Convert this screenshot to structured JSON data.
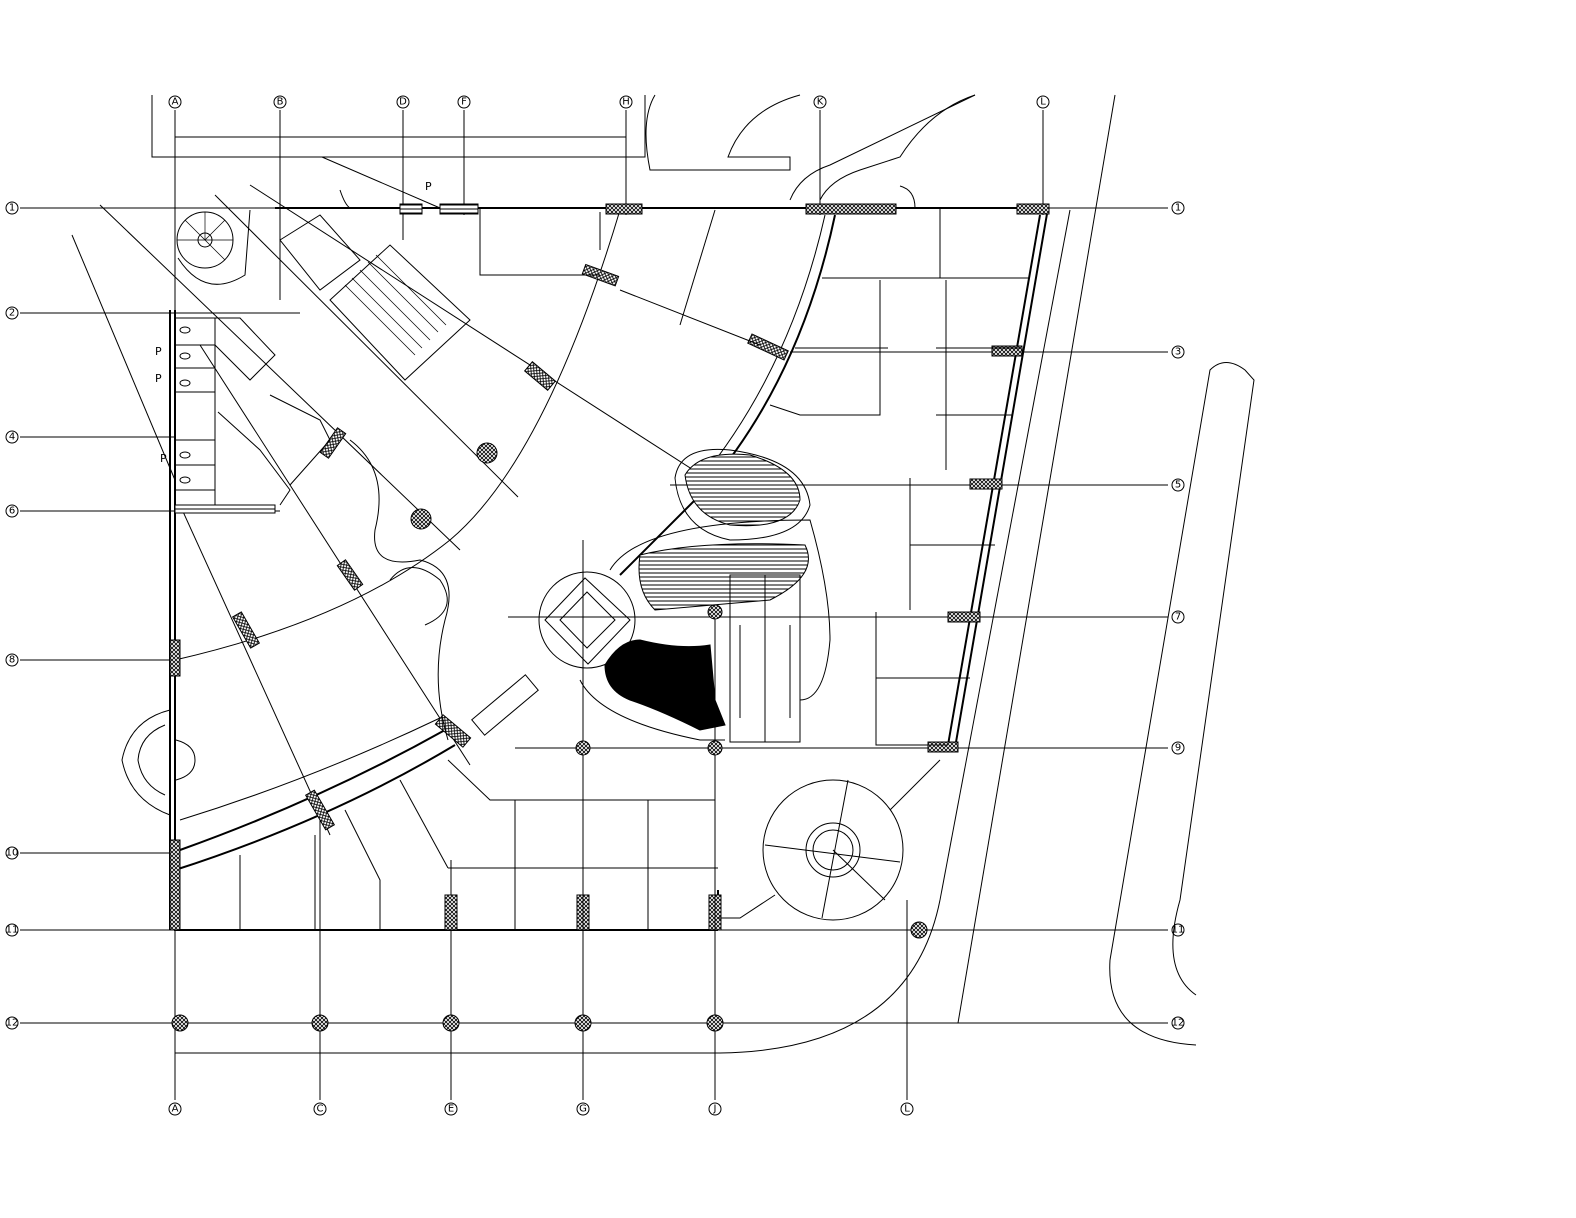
{
  "grid": {
    "letters_top": [
      "A",
      "B",
      "D",
      "F",
      "H",
      "K",
      "L"
    ],
    "letters_bottom": [
      "A",
      "C",
      "E",
      "G",
      "J",
      "L"
    ],
    "numbers_left": [
      "1",
      "2",
      "4",
      "6",
      "8",
      "10",
      "11",
      "12"
    ],
    "numbers_right": [
      "1",
      "3",
      "5",
      "7",
      "9",
      "11",
      "12"
    ]
  },
  "fixture_labels": [
    "P",
    "P",
    "P",
    "P"
  ]
}
